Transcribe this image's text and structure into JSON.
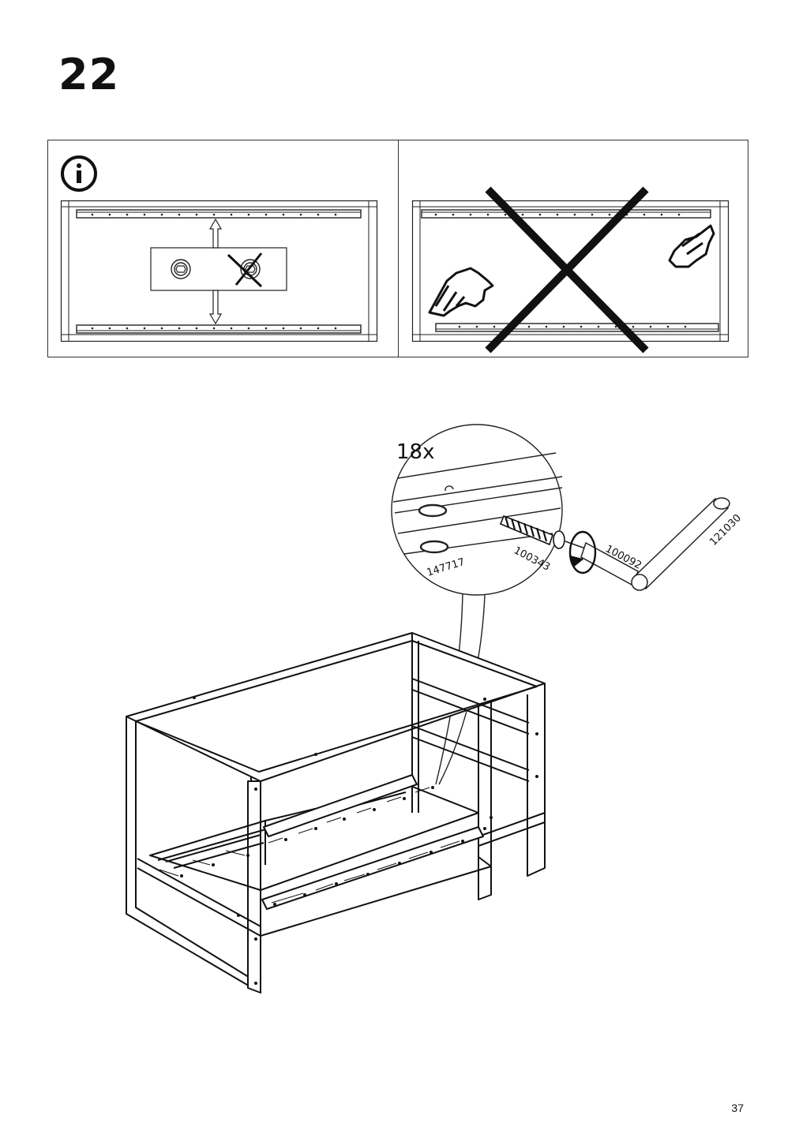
{
  "page": {
    "step_number": "22",
    "page_number": "37"
  },
  "info_panel": {
    "info_icon": "info-icon",
    "correct_example": {
      "icon": "hex-bolt-icon",
      "wrong_icon": "crossed-bolt-icon"
    },
    "incorrect_example": {
      "icon": "large-cross-icon",
      "hands": [
        "hand-pointing-icon",
        "hand-pointing-icon"
      ]
    }
  },
  "detail_callout": {
    "quantity": "18x",
    "parts": {
      "screw": "100343",
      "rail": "147717",
      "bit": "100092",
      "hex_key": "121030"
    },
    "icons": [
      "rotate-clockwise-icon"
    ]
  }
}
